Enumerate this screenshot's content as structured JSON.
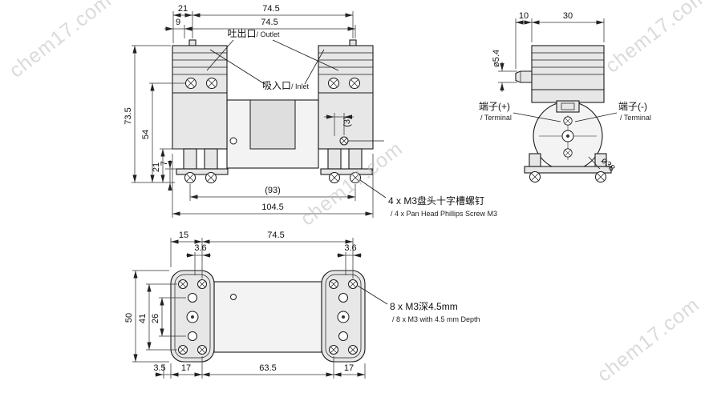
{
  "watermark": "chem17.com",
  "front_view": {
    "dim_21_top": "21",
    "dim_74_5_row1": "74.5",
    "dim_9": "9",
    "dim_74_5_row2": "74.5",
    "dim_73_5": "73.5",
    "dim_54": "54",
    "dim_21_left": "21",
    "dim_7": "7",
    "dim_3_gap": "(3)",
    "dim_93": "(93)",
    "dim_104_5": "104.5",
    "outlet_label_cn": "吐出口",
    "outlet_label_en": "/ Outlet",
    "inlet_label_cn": "吸入口",
    "inlet_label_en": "/ Inlet",
    "screw_callout_cn": "4 x M3盘头十字槽螺钉",
    "screw_callout_en": "/ 4 x Pan Head Phillips Screw M3"
  },
  "side_view": {
    "dim_10": "10",
    "dim_30": "30",
    "dim_port_dia": "ø5.4",
    "dim_motor_dia": "ø38",
    "terminal_plus_cn": "端子(+)",
    "terminal_plus_en": "/ Terminal",
    "terminal_minus_cn": "端子(-)",
    "terminal_minus_en": "/ Terminal"
  },
  "bottom_view": {
    "dim_15": "15",
    "dim_74_5": "74.5",
    "dim_3_6_left": "3.6",
    "dim_3_6_right": "3.6",
    "dim_50": "50",
    "dim_41": "41",
    "dim_26": "26",
    "dim_3_5": "3.5",
    "dim_17_left": "17",
    "dim_63_5": "63.5",
    "dim_17_right": "17",
    "screw_callout_cn": "8 x M3深4.5mm",
    "screw_callout_en": "/ 8 x M3 with 4.5 mm Depth"
  }
}
